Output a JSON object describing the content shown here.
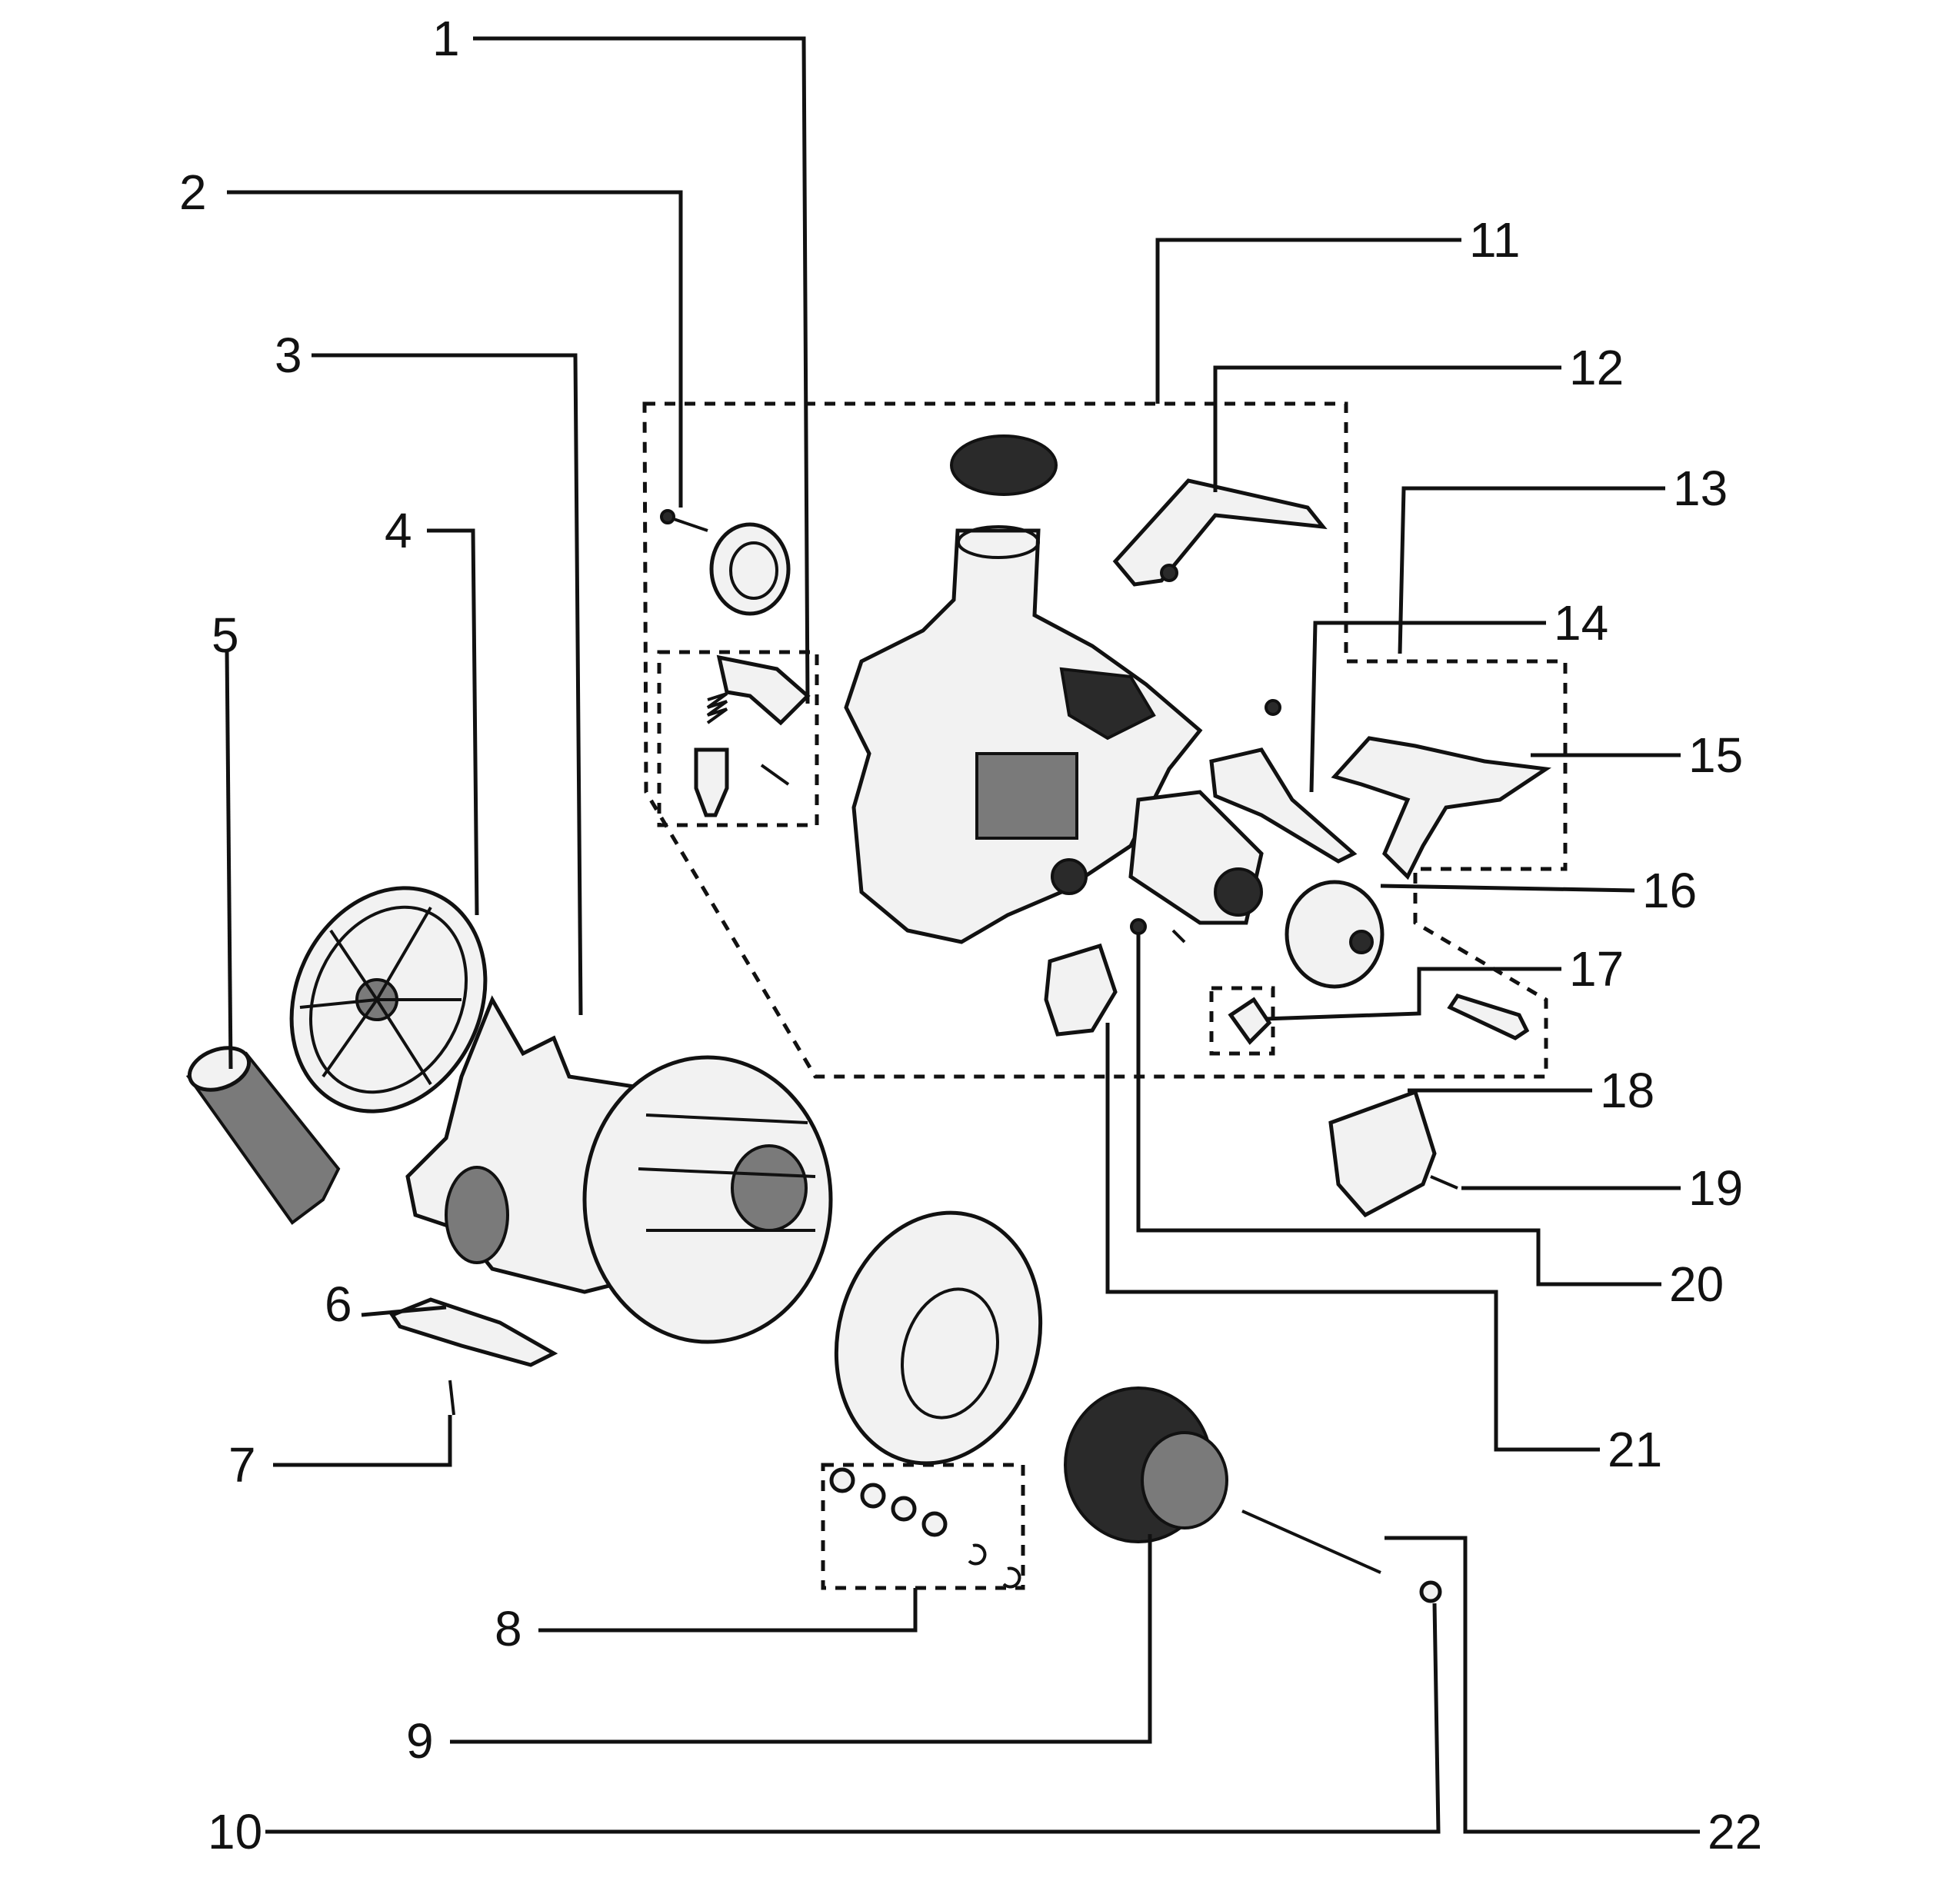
{
  "callouts": [
    "1",
    "2",
    "3",
    "4",
    "5",
    "6",
    "7",
    "8",
    "9",
    "10",
    "11",
    "12",
    "13",
    "14",
    "15",
    "16",
    "17",
    "18",
    "19",
    "20",
    "21",
    "22"
  ],
  "colors": {
    "line": "#111111",
    "part_fill": "#f2f2f2",
    "dark": "#2a2a2a",
    "mid": "#7a7a7a",
    "background": "#ffffff"
  }
}
